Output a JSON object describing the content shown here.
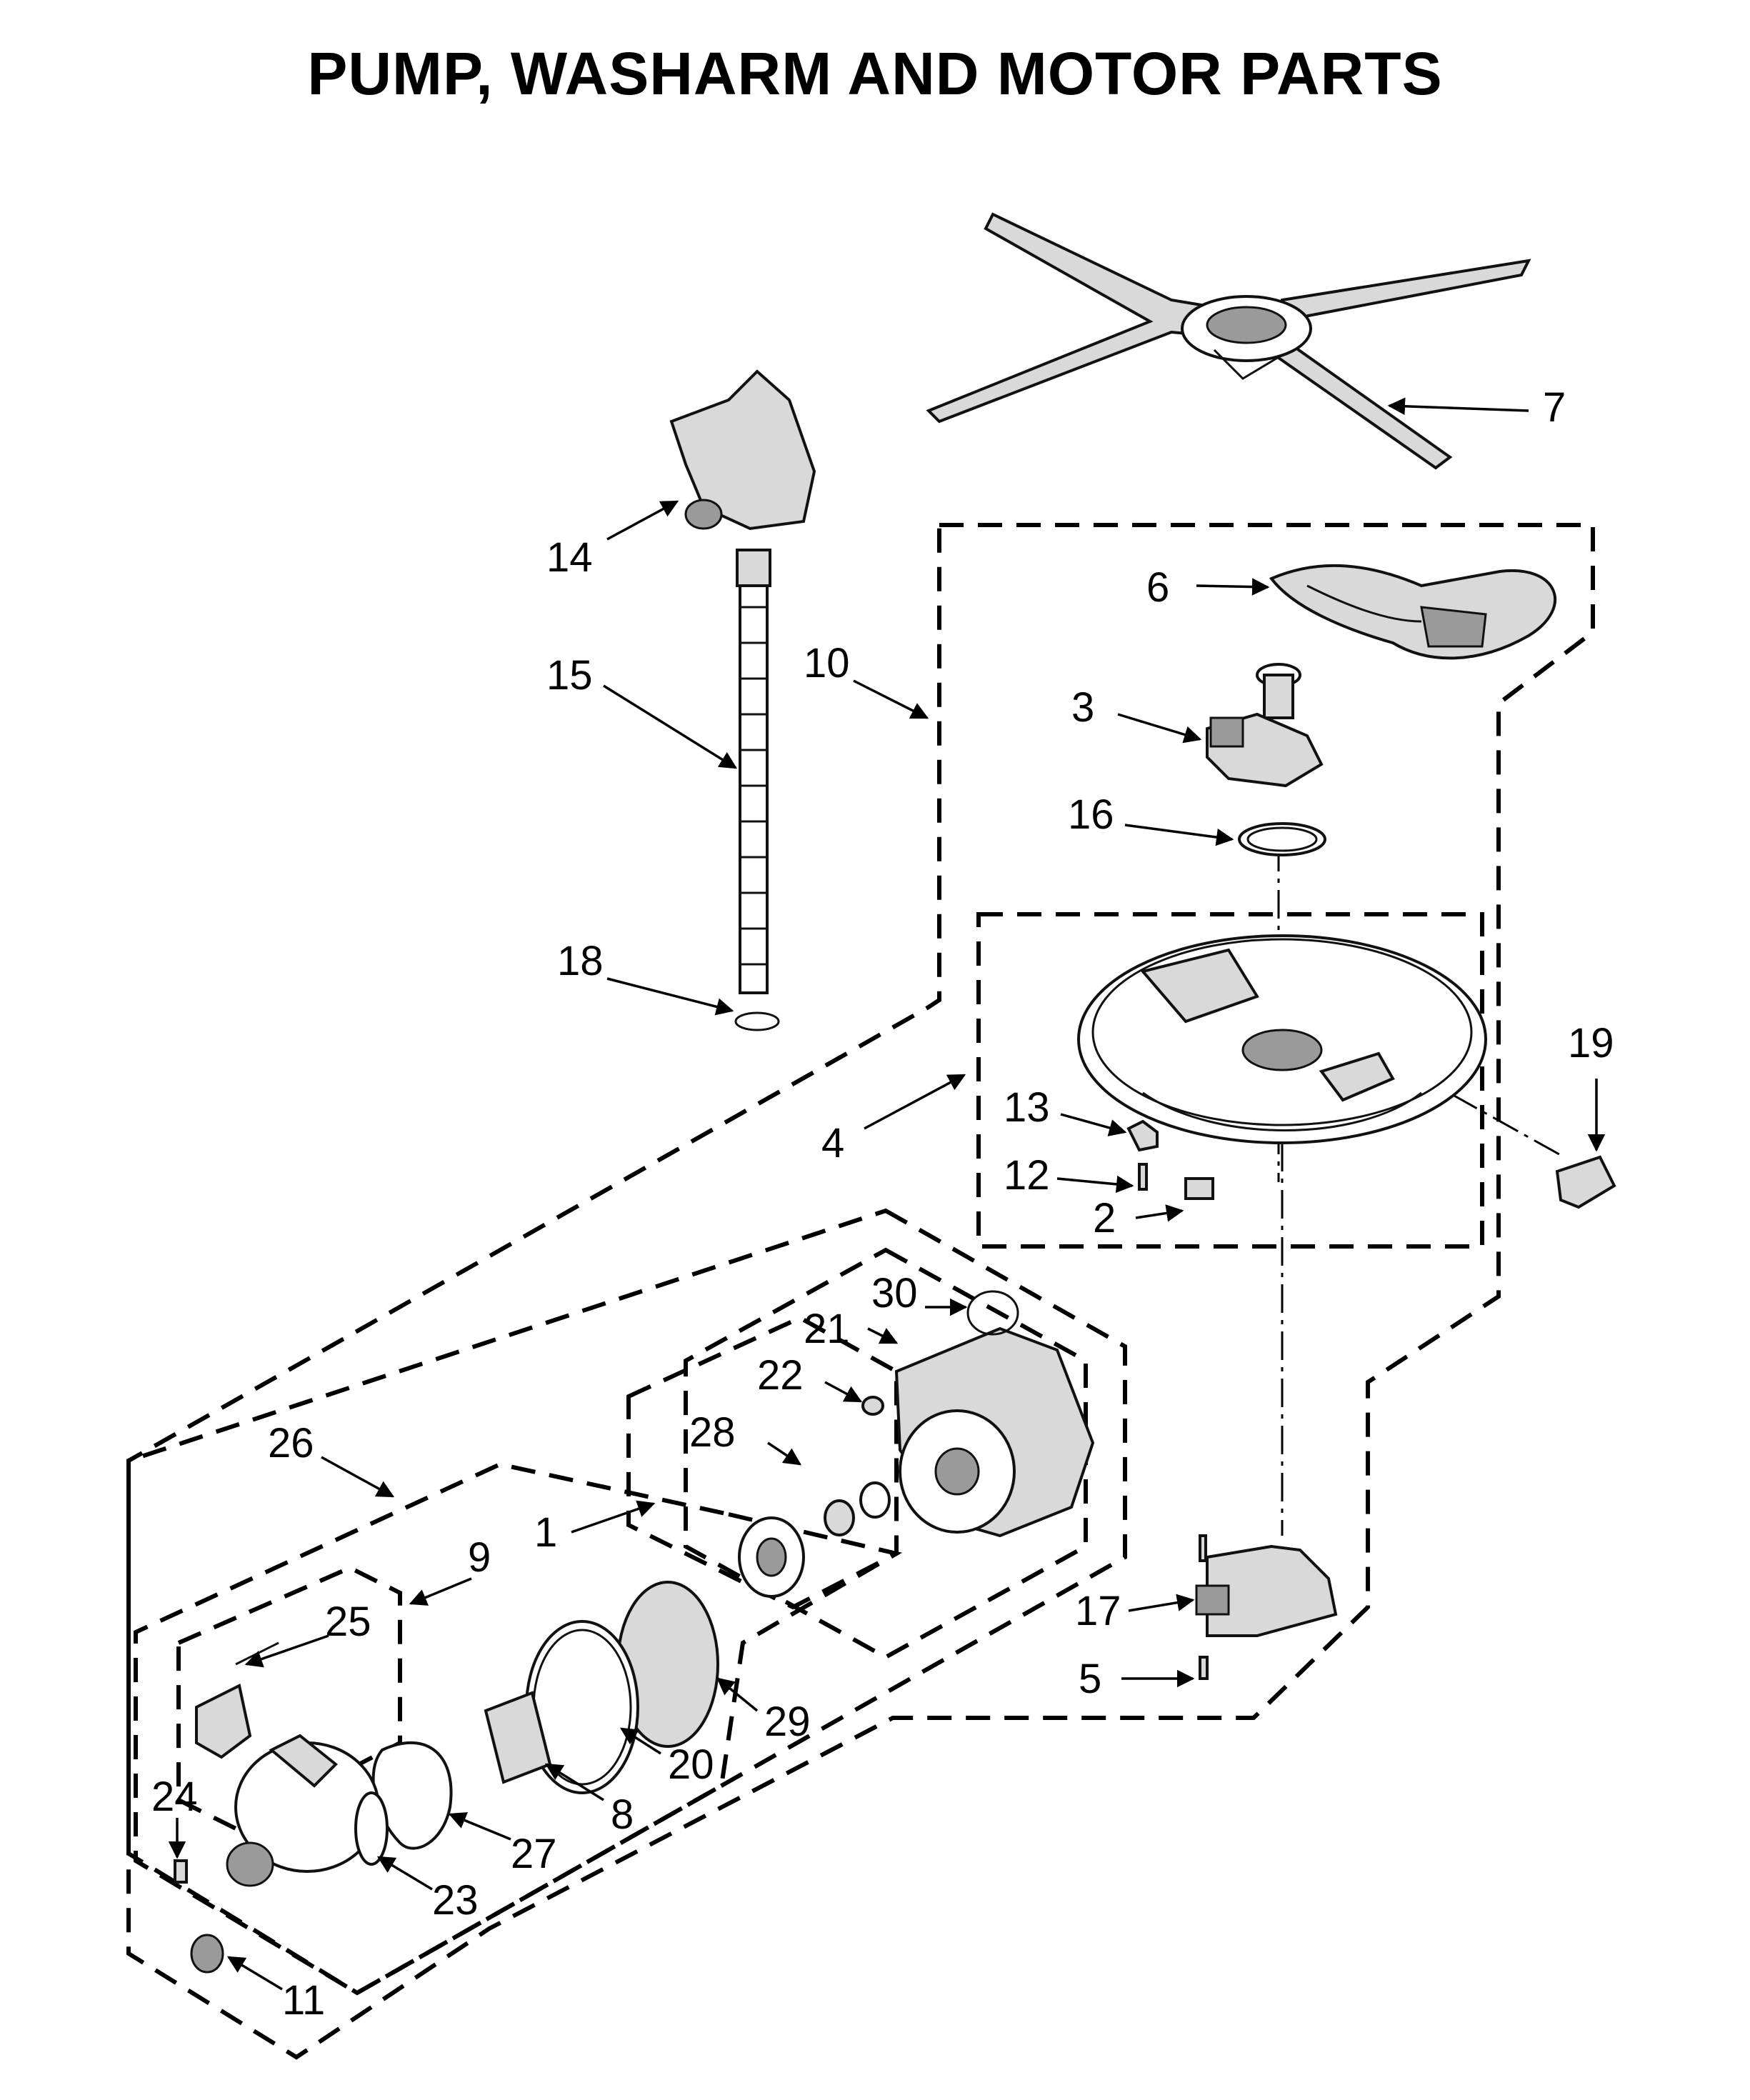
{
  "title": "PUMP, WASHARM AND MOTOR PARTS",
  "callouts": [
    "1",
    "2",
    "3",
    "4",
    "5",
    "6",
    "7",
    "8",
    "9",
    "10",
    "11",
    "12",
    "13",
    "14",
    "15",
    "16",
    "17",
    "18",
    "19",
    "20",
    "21",
    "22",
    "23",
    "24",
    "25",
    "26",
    "27",
    "28",
    "29",
    "30"
  ]
}
